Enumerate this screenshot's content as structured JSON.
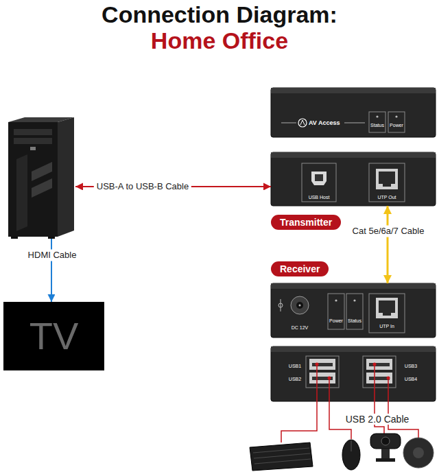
{
  "diagram": {
    "title": "Connection Diagram:",
    "nodes": [
      {
        "text": []
      },
      {
        "text": [
          "TV"
        ]
      },
      {
        "text": [
          "AV Access",
          "Status",
          "Power"
        ]
      },
      {
        "text": [
          "USB Host",
          "UTP Out"
        ]
      },
      {
        "text": [
          "Transmitter"
        ]
      },
      {
        "text": [
          "Receiver"
        ]
      },
      {
        "text": [
          "DC 12V",
          "Power",
          "Status",
          "UTP In"
        ]
      },
      {
        "text": [
          "USB1",
          "USB2",
          "USB3",
          "USB4"
        ]
      }
    ],
    "edges": [
      {
        "from": 0,
        "to": 3,
        "label": "USB-A to USB-B Cable",
        "arrow": "both"
      },
      {
        "from": 0,
        "to": 1,
        "label": "HDMI Cable",
        "arrow": "to"
      },
      {
        "from": 3,
        "to": 6,
        "label": "Cat 5e/6a/7 Cable",
        "arrow": "both"
      }
    ],
    "labels": [
      "Home Office",
      "USB 2.0 Cable"
    ]
  }
}
